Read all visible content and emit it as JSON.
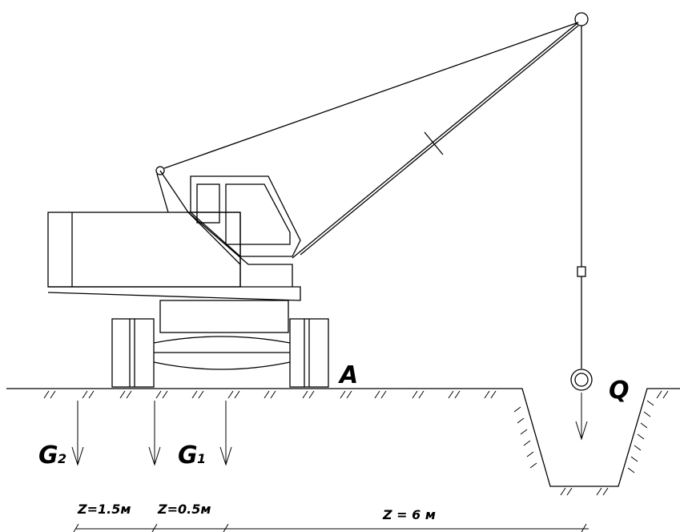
{
  "labels": {
    "point_a": "A",
    "load_q": "Q",
    "weight_g2": "G",
    "weight_g2_sub": "2",
    "weight_g1": "G",
    "weight_g1_sub": "1"
  },
  "dimensions": [
    {
      "text": "Z=1.5м"
    },
    {
      "text": "Z=0.5м"
    },
    {
      "text": "Z = 6 м"
    }
  ],
  "colors": {
    "line": "#000000",
    "background": "#ffffff"
  }
}
